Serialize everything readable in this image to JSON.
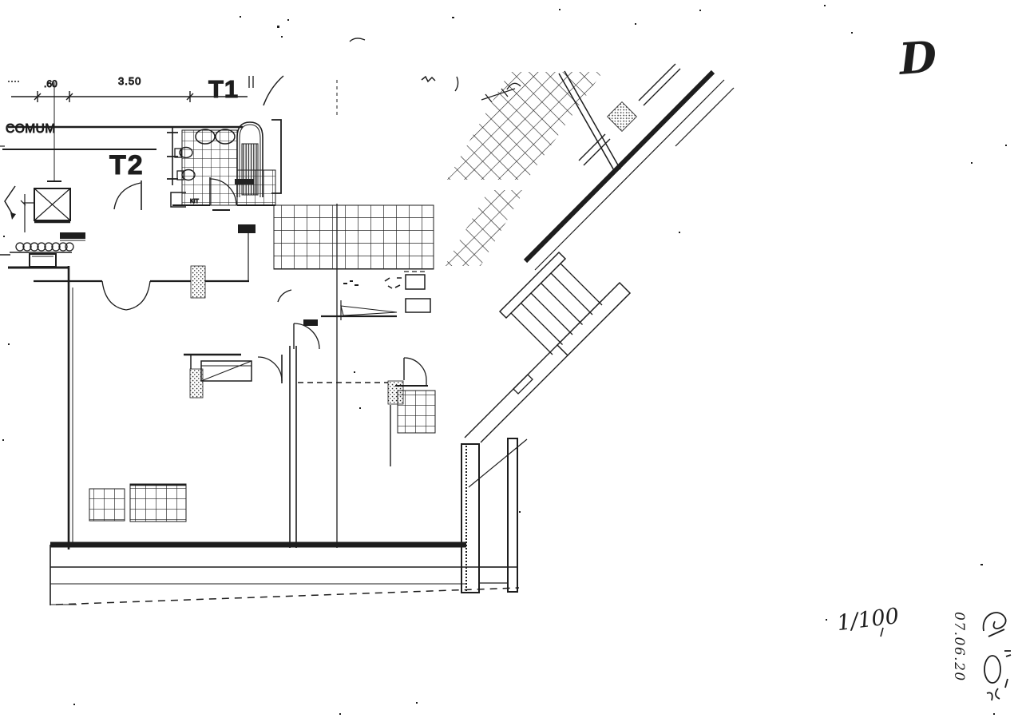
{
  "plan_labels": {
    "unit_t1": "T1",
    "unit_t2": "T2",
    "common_area": "COMUM",
    "kitchen": "KIT"
  },
  "dimensions": {
    "dim_small": ".60",
    "dim_large": "3.50"
  },
  "annotations": {
    "revision_letter": "D",
    "scale": "1/100",
    "date": "07.06.20"
  },
  "colors": {
    "paper": "#ffffff",
    "ink": "#1d1d1d"
  }
}
